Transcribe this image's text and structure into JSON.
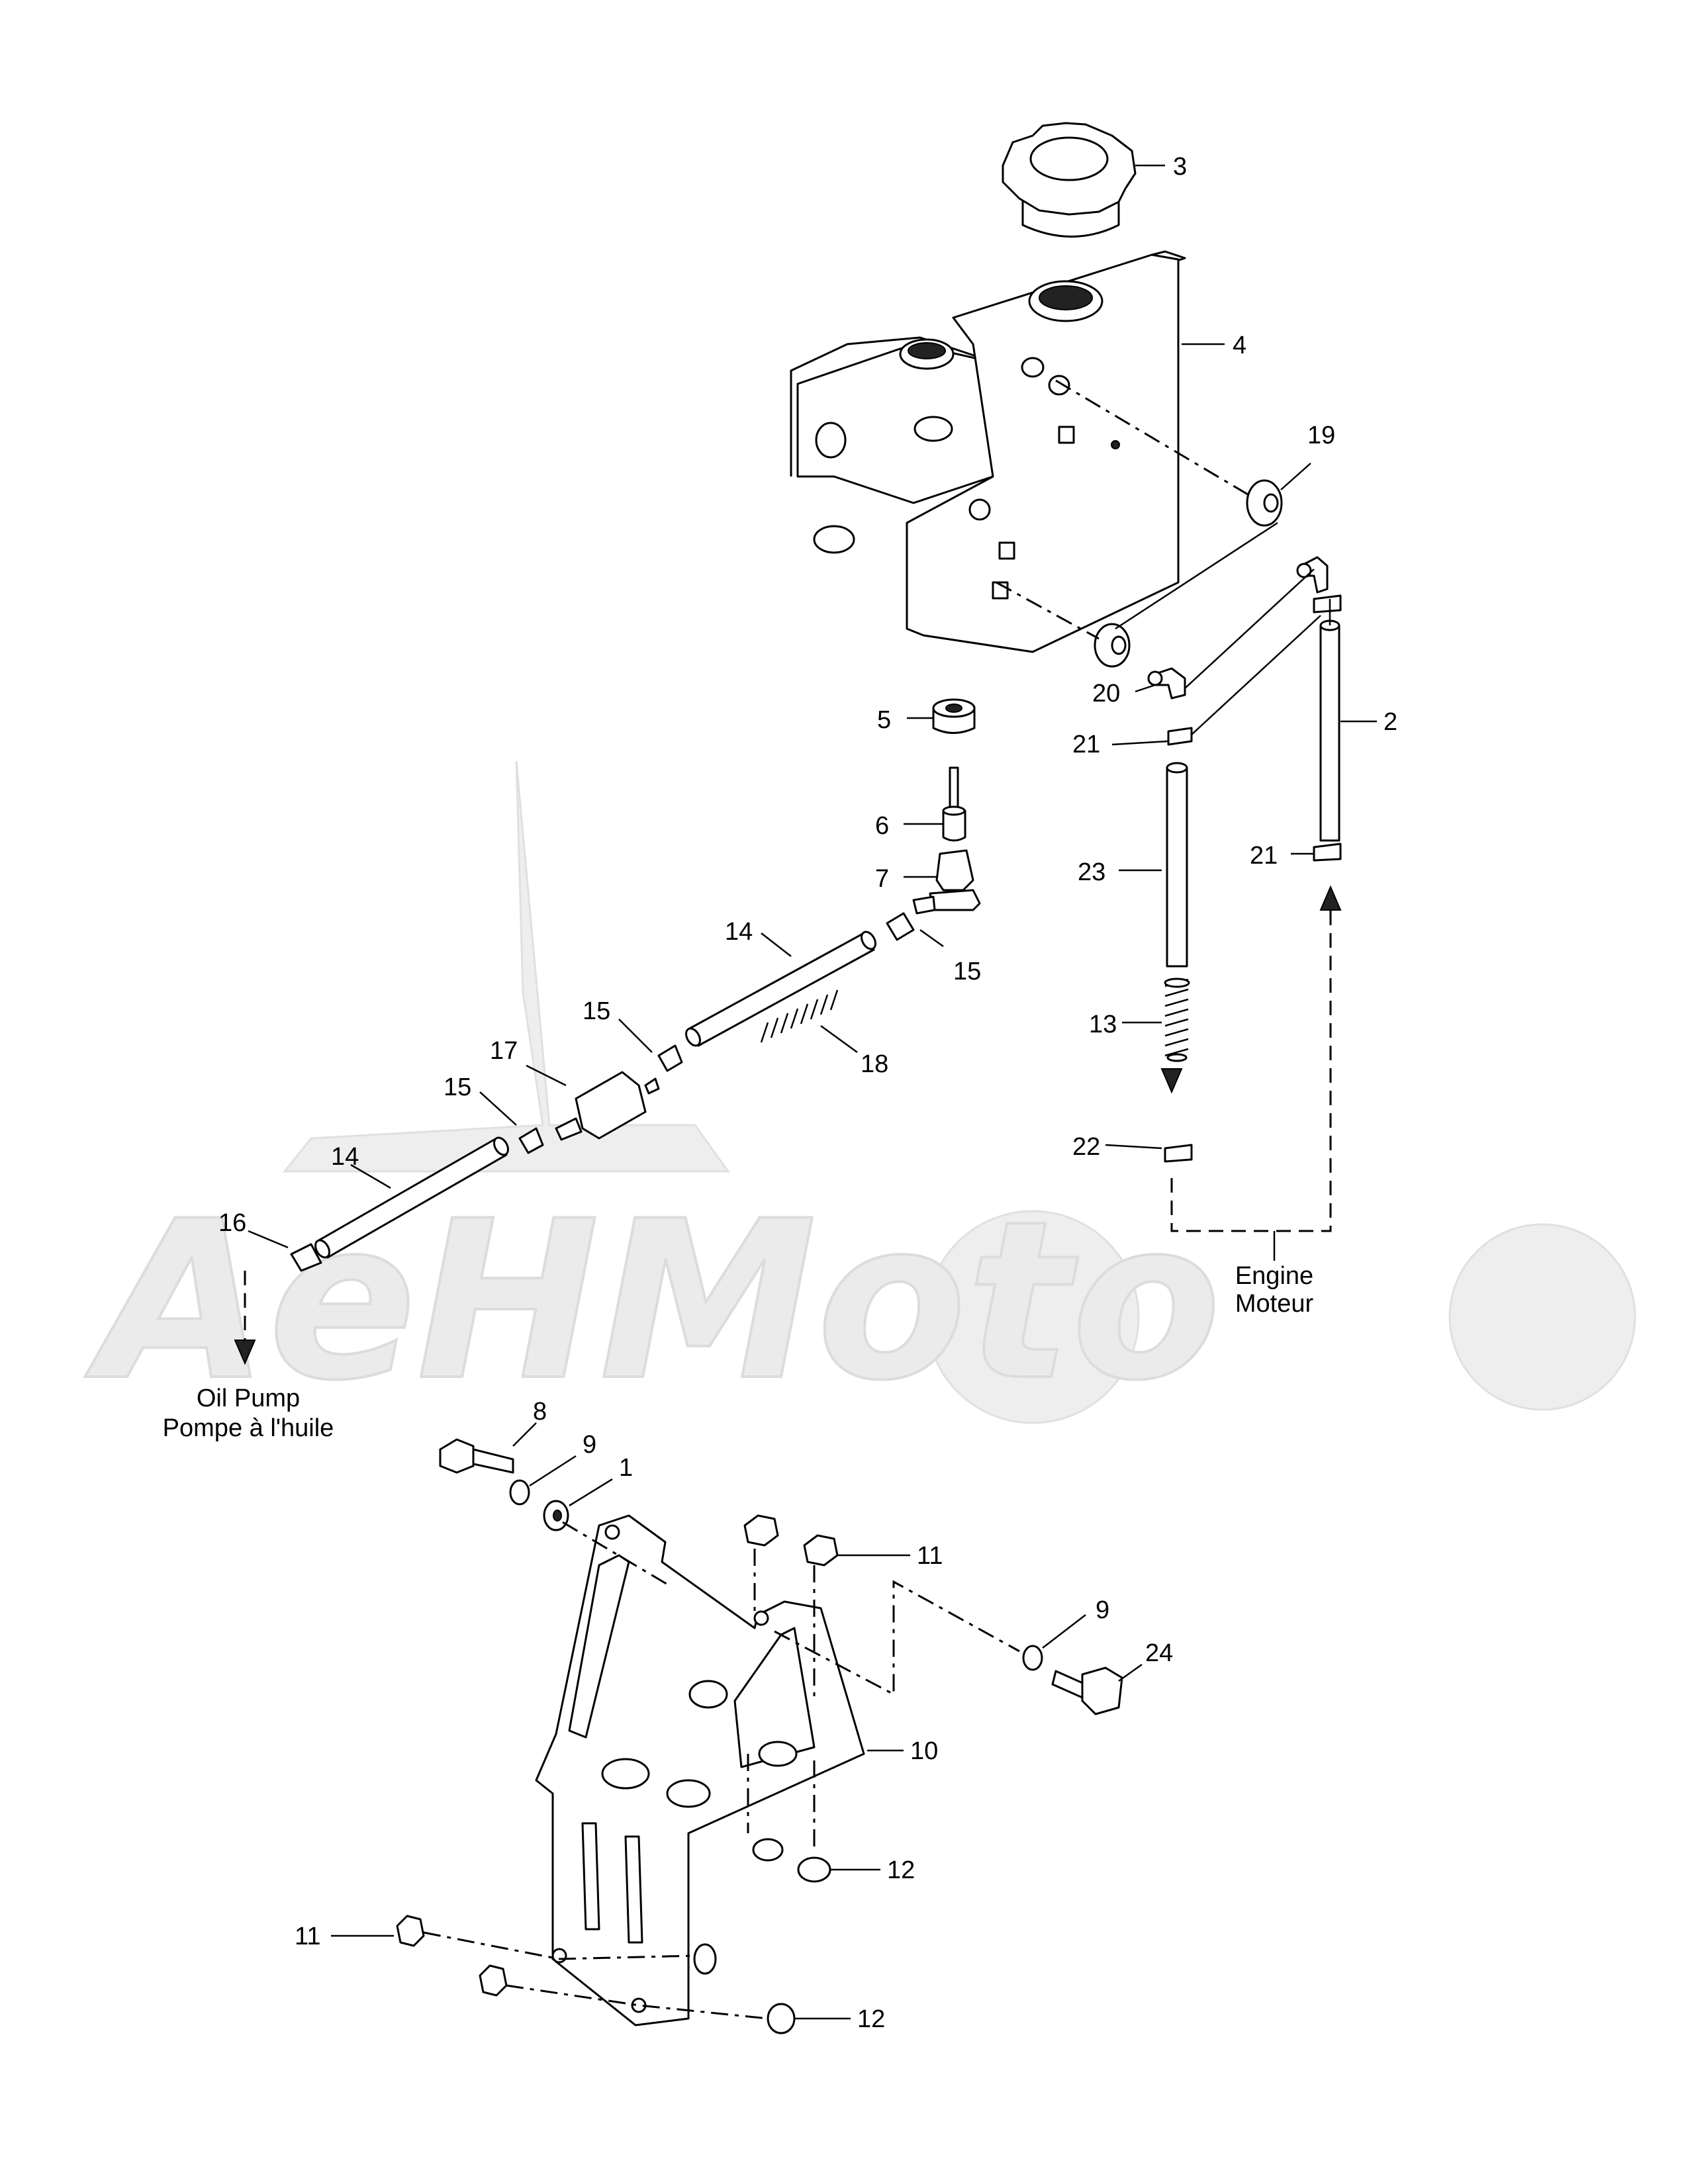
{
  "watermark": {
    "text": "AeHMoto"
  },
  "callouts": {
    "c3": "3",
    "c4": "4",
    "c19": "19",
    "c5": "5",
    "c20": "20",
    "c21a": "21",
    "c2": "2",
    "c6": "6",
    "c7": "7",
    "c23": "23",
    "c21b": "21",
    "c14a": "14",
    "c15a": "15",
    "c15b": "15",
    "c18": "18",
    "c13": "13",
    "c17": "17",
    "c15c": "15",
    "c22": "22",
    "c14b": "14",
    "c16": "16",
    "c8": "8",
    "c9a": "9",
    "c1": "1",
    "c11a": "11",
    "c9b": "9",
    "c24": "24",
    "c10": "10",
    "c12a": "12",
    "c11b": "11",
    "c12b": "12"
  },
  "notes": {
    "oil_pump_en": "Oil Pump",
    "oil_pump_fr": "Pompe à l'huile",
    "engine_en": "Engine",
    "engine_fr": "Moteur"
  }
}
